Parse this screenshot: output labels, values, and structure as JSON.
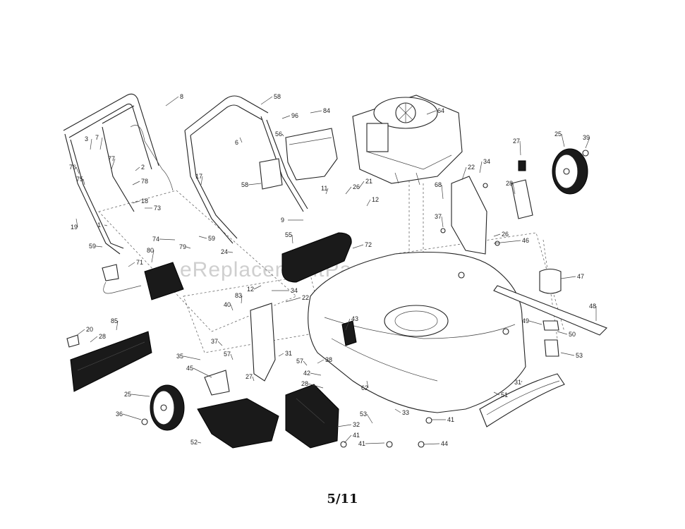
{
  "watermark": "eReplacementParts.com",
  "page_indicator": "5/11",
  "callouts": [
    "8",
    "58",
    "64",
    "96",
    "84",
    "56",
    "6",
    "3",
    "7",
    "76",
    "77",
    "2",
    "75",
    "78",
    "18",
    "19",
    "1",
    "73",
    "59",
    "17",
    "58",
    "11",
    "26",
    "21",
    "12",
    "9",
    "55",
    "72",
    "74",
    "80",
    "71",
    "79",
    "59",
    "24",
    "12",
    "34",
    "22",
    "40",
    "83",
    "20",
    "85",
    "28",
    "37",
    "57",
    "31",
    "35",
    "45",
    "57",
    "38",
    "42",
    "28",
    "27",
    "25",
    "36",
    "52",
    "43",
    "62",
    "53",
    "33",
    "32",
    "41",
    "41",
    "41",
    "44",
    "51",
    "31",
    "27",
    "25",
    "39",
    "22",
    "34",
    "68",
    "28",
    "37",
    "26",
    "46",
    "47",
    "48",
    "49",
    "50",
    "53"
  ]
}
